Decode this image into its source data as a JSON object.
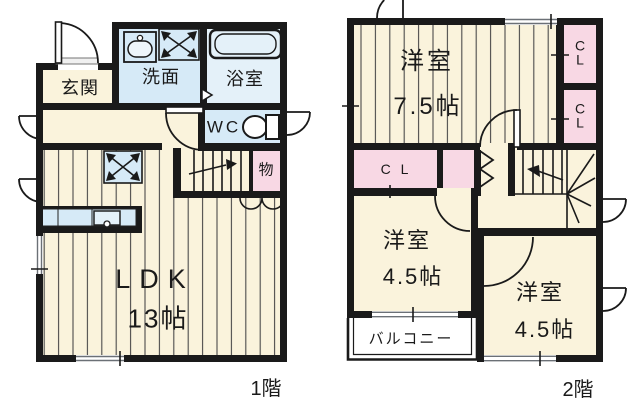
{
  "floor1": {
    "label": "1階",
    "entrance": "玄関",
    "washroom": "洗面",
    "bathroom": "浴室",
    "toilet": "WC",
    "storage": "物",
    "ldk_name": "LDK",
    "ldk_size": "13帖"
  },
  "floor2": {
    "label": "2階",
    "room_a_name": "洋室",
    "room_a_size": "7.5帖",
    "room_b_name": "洋室",
    "room_b_size": "4.5帖",
    "room_c_name": "洋室",
    "room_c_size": "4.5帖",
    "closet_inline": "C L",
    "closet_stacked": "C\nL",
    "balcony": "バルコニー"
  },
  "colors": {
    "wall": "#1a1a1a",
    "room_cream": "#faf3dc",
    "wet_blue": "#d6eaf7",
    "bath_blue": "#e4f1f9",
    "closet_pink": "#f8d8e4"
  }
}
